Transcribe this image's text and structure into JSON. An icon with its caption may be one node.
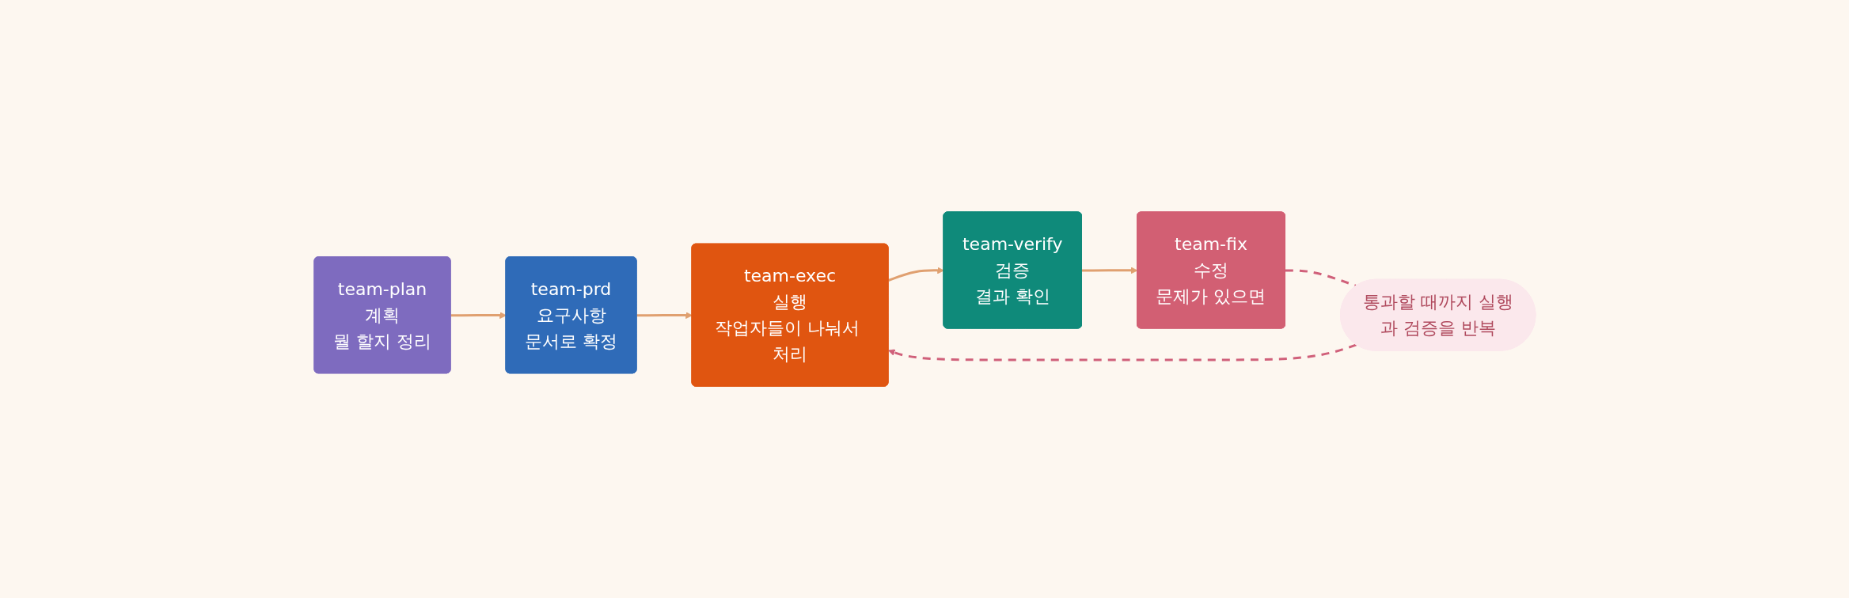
{
  "diagram": {
    "nodes": [
      {
        "text": [
          "team-plan",
          "계획",
          "뭘 할지 정리"
        ]
      },
      {
        "text": [
          "team-prd",
          "요구사항",
          "문서로 확정"
        ]
      },
      {
        "text": [
          "team-exec",
          "실행",
          "작업자들이 나눠서 처리"
        ]
      },
      {
        "text": [
          "team-verify",
          "검증",
          "결과 확인"
        ]
      },
      {
        "text": [
          "team-fix",
          "수정",
          "문제가 있으면"
        ]
      },
      {
        "text": [
          "통과할 때까지 실행과 검증을 반복"
        ]
      }
    ],
    "edges": [
      {
        "from": 0,
        "to": 1,
        "arrow": "to"
      },
      {
        "from": 1,
        "to": 2,
        "arrow": "to"
      },
      {
        "from": 2,
        "to": 3,
        "arrow": "to"
      },
      {
        "from": 3,
        "to": 4,
        "arrow": "to"
      },
      {
        "from": 4,
        "to": 5,
        "arrow": "none",
        "style": "dashed",
        "color": "#d0607a"
      },
      {
        "from": 5,
        "to": 2,
        "arrow": "to",
        "style": "dashed",
        "color": "#d0607a"
      }
    ]
  }
}
